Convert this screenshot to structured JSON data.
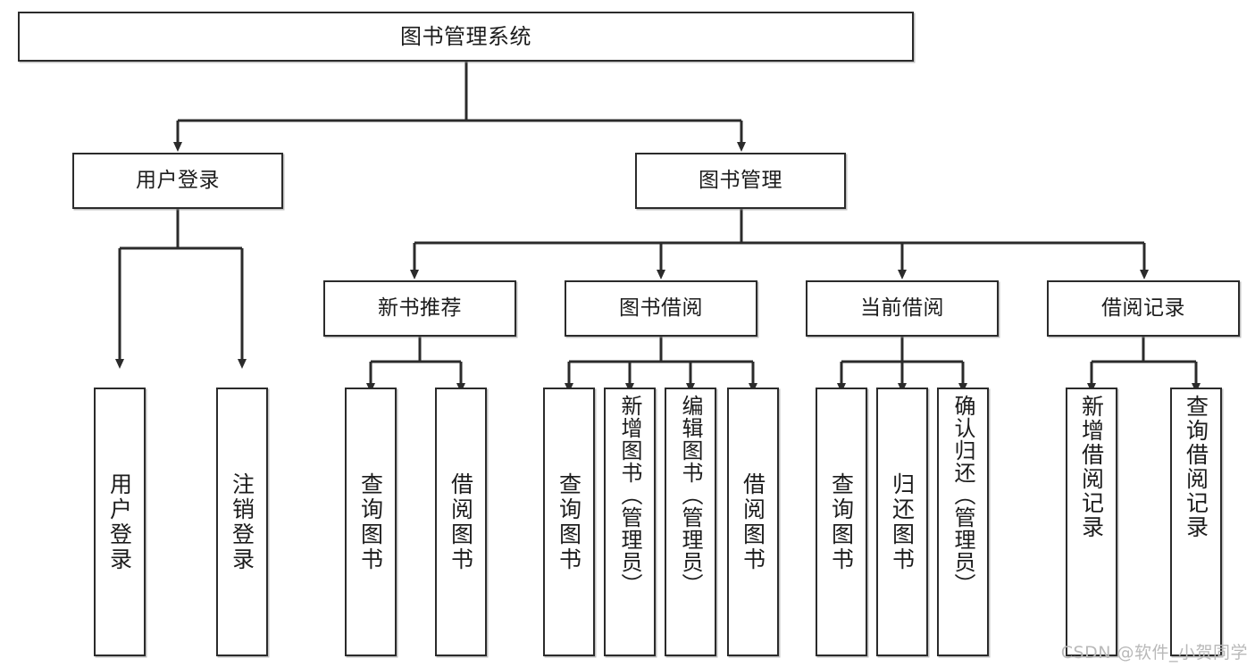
{
  "diagram": {
    "type": "tree",
    "title": "图书管理系统",
    "root": {
      "label": "图书管理系统"
    },
    "level2": [
      {
        "label": "用户登录"
      },
      {
        "label": "图书管理"
      }
    ],
    "level3": [
      {
        "label": "新书推荐"
      },
      {
        "label": "图书借阅"
      },
      {
        "label": "当前借阅"
      },
      {
        "label": "借阅记录"
      }
    ],
    "leaves": {
      "user_login": [
        {
          "label": "用户登录"
        },
        {
          "label": "注销登录"
        }
      ],
      "new_book_recommend": [
        {
          "label": "查询图书"
        },
        {
          "label": "借阅图书"
        }
      ],
      "book_borrow": [
        {
          "label": "查询图书"
        },
        {
          "label": "新增图书（管理员）"
        },
        {
          "label": "编辑图书（管理员）"
        },
        {
          "label": "借阅图书"
        }
      ],
      "current_borrow": [
        {
          "label": "查询图书"
        },
        {
          "label": "归还图书"
        },
        {
          "label": "确认归还（管理员）"
        }
      ],
      "borrow_record": [
        {
          "label": "新增借阅记录"
        },
        {
          "label": "查询借阅记录"
        }
      ]
    },
    "colors": {
      "border": "#2b2b2b",
      "background": "#ffffff",
      "text": "#1c1c1c",
      "watermark": "#b9b9b9"
    }
  },
  "watermark": {
    "text": "CSDN @软件_小贺同学"
  }
}
